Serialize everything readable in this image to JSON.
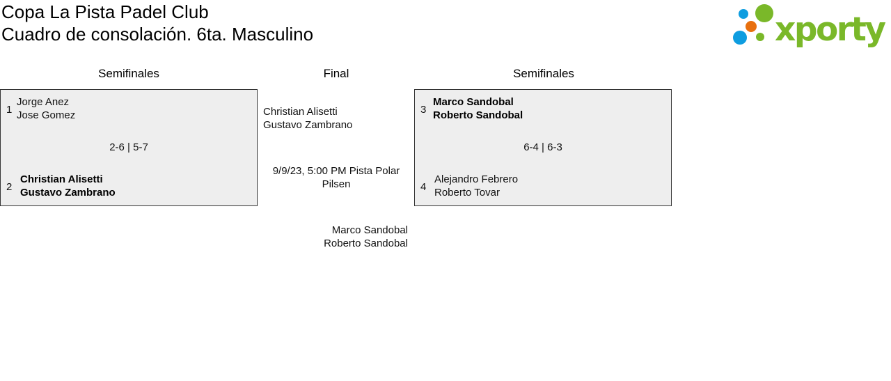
{
  "header": {
    "title": "Copa La Pista Padel Club",
    "subtitle": "Cuadro de consolación. 6ta. Masculino",
    "logo_text": "xporty"
  },
  "rounds": {
    "left": "Semifinales",
    "center": "Final",
    "right": "Semifinales"
  },
  "matches": [
    {
      "seed1": "1",
      "team1": [
        "Jorge Anez",
        "Jose Gomez"
      ],
      "seed2": "2",
      "team2": [
        "Christian Alisetti",
        "Gustavo Zambrano"
      ],
      "score": "2-6 | 5-7",
      "winner": 2
    },
    {
      "seed1": "3",
      "team1": [
        "Marco Sandobal",
        "Roberto Sandobal"
      ],
      "seed2": "4",
      "team2": [
        "Alejandro Febrero",
        "Roberto Tovar"
      ],
      "score": "6-4 | 6-3",
      "winner": 1
    }
  ],
  "final": {
    "team1": [
      "Christian Alisetti",
      "Gustavo Zambrano"
    ],
    "schedule": "9/9/23, 5:00 PM Pista Polar Pilsen",
    "team2": [
      "Marco Sandobal",
      "Roberto Sandobal"
    ]
  },
  "colors": {
    "logo_green": "#7ab829",
    "logo_blue": "#0e9de0",
    "logo_orange": "#e8700e",
    "box_bg": "#eeeeee"
  }
}
